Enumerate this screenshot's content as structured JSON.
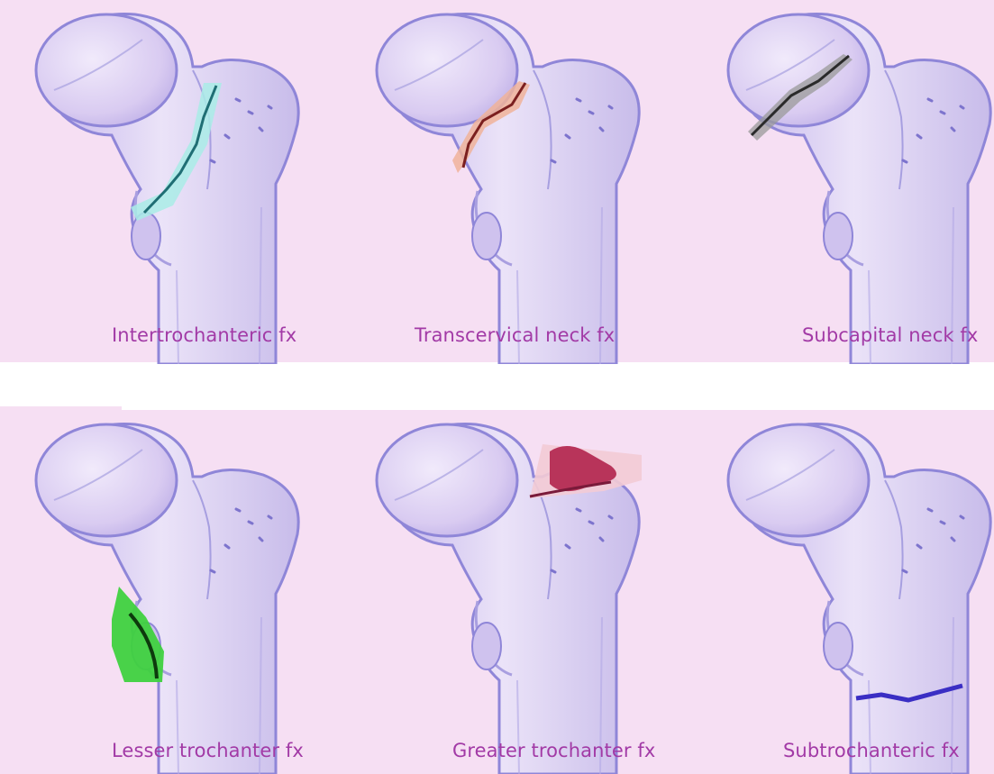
{
  "colors": {
    "background": "#f6dff3",
    "bone_fill": "#e0d3f3",
    "bone_outline": "#8f86d8",
    "label": "#a23aa6"
  },
  "panels": [
    {
      "label": "Intertrochanteric fx",
      "highlight": "cyan band across intertrochanteric line"
    },
    {
      "label": "Transcervical neck fx",
      "highlight": "red band across femoral neck"
    },
    {
      "label": "Subcapital neck fx",
      "highlight": "grey band below femoral head"
    },
    {
      "label": "Lesser trochanter fx",
      "highlight": "green fragment at lesser trochanter"
    },
    {
      "label": "Greater trochanter fx",
      "highlight": "crimson fragment at greater trochanter"
    },
    {
      "label": "Subtrochanteric fx",
      "highlight": "blue line across upper shaft"
    }
  ]
}
